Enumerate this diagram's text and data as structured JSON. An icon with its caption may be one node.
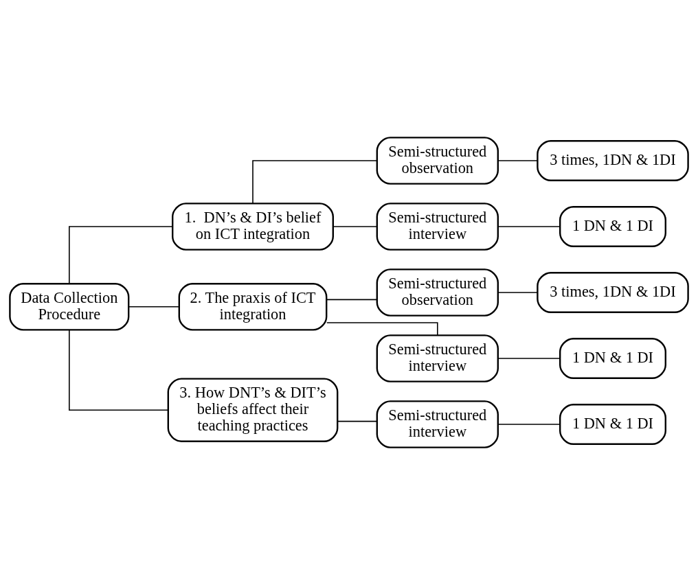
{
  "diagram": {
    "nodes": [
      {
        "text": [
          "Data Collection Procedure"
        ]
      },
      {
        "text": [
          "1.  DN’s & DI’s belief on ICT integration"
        ]
      },
      {
        "text": [
          "Semi-structured observation"
        ]
      },
      {
        "text": [
          "3 times, 1DN & 1DI"
        ]
      },
      {
        "text": [
          "Semi-structured interview"
        ]
      },
      {
        "text": [
          "1 DN & 1 DI"
        ]
      },
      {
        "text": [
          "2. The praxis of ICT integration"
        ]
      },
      {
        "text": [
          "Semi-structured observation"
        ]
      },
      {
        "text": [
          "3 times, 1DN & 1DI"
        ]
      },
      {
        "text": [
          "Semi-structured interview"
        ]
      },
      {
        "text": [
          "1 DN & 1 DI"
        ]
      },
      {
        "text": [
          "3. How DNT’s & DIT’s beliefs affect their teaching practices"
        ]
      },
      {
        "text": [
          "Semi-structured interview"
        ]
      },
      {
        "text": [
          "1 DN & 1 DI"
        ]
      }
    ],
    "edges": [
      {
        "from": 0,
        "to": 1,
        "arrow": "none"
      },
      {
        "from": 0,
        "to": 6,
        "arrow": "none"
      },
      {
        "from": 0,
        "to": 11,
        "arrow": "none"
      },
      {
        "from": 1,
        "to": 2,
        "arrow": "none"
      },
      {
        "from": 1,
        "to": 4,
        "arrow": "none"
      },
      {
        "from": 2,
        "to": 3,
        "arrow": "none"
      },
      {
        "from": 4,
        "to": 5,
        "arrow": "none"
      },
      {
        "from": 6,
        "to": 7,
        "arrow": "none"
      },
      {
        "from": 6,
        "to": 9,
        "arrow": "none"
      },
      {
        "from": 7,
        "to": 8,
        "arrow": "none"
      },
      {
        "from": 9,
        "to": 10,
        "arrow": "none"
      },
      {
        "from": 11,
        "to": 12,
        "arrow": "none"
      },
      {
        "from": 12,
        "to": 13,
        "arrow": "none"
      }
    ]
  }
}
